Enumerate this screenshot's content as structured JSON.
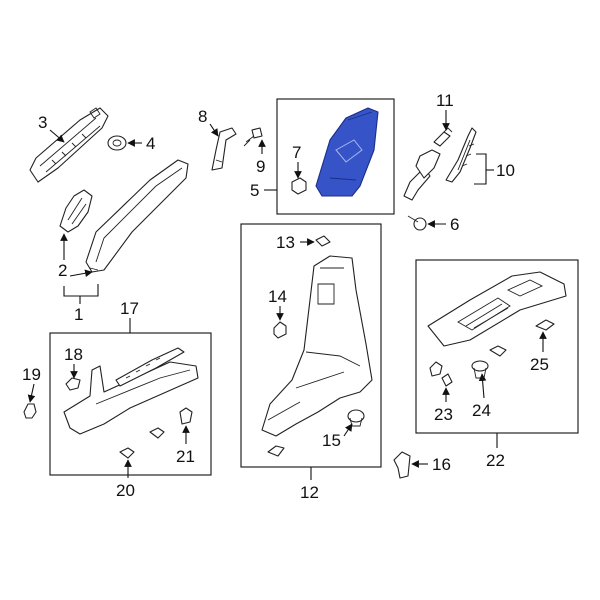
{
  "diagram": {
    "highlight_color": "#3654c8",
    "callouts": [
      "1",
      "2",
      "3",
      "4",
      "5",
      "6",
      "7",
      "8",
      "9",
      "10",
      "11",
      "12",
      "13",
      "14",
      "15",
      "16",
      "17",
      "18",
      "19",
      "20",
      "21",
      "22",
      "23",
      "24",
      "25"
    ]
  }
}
